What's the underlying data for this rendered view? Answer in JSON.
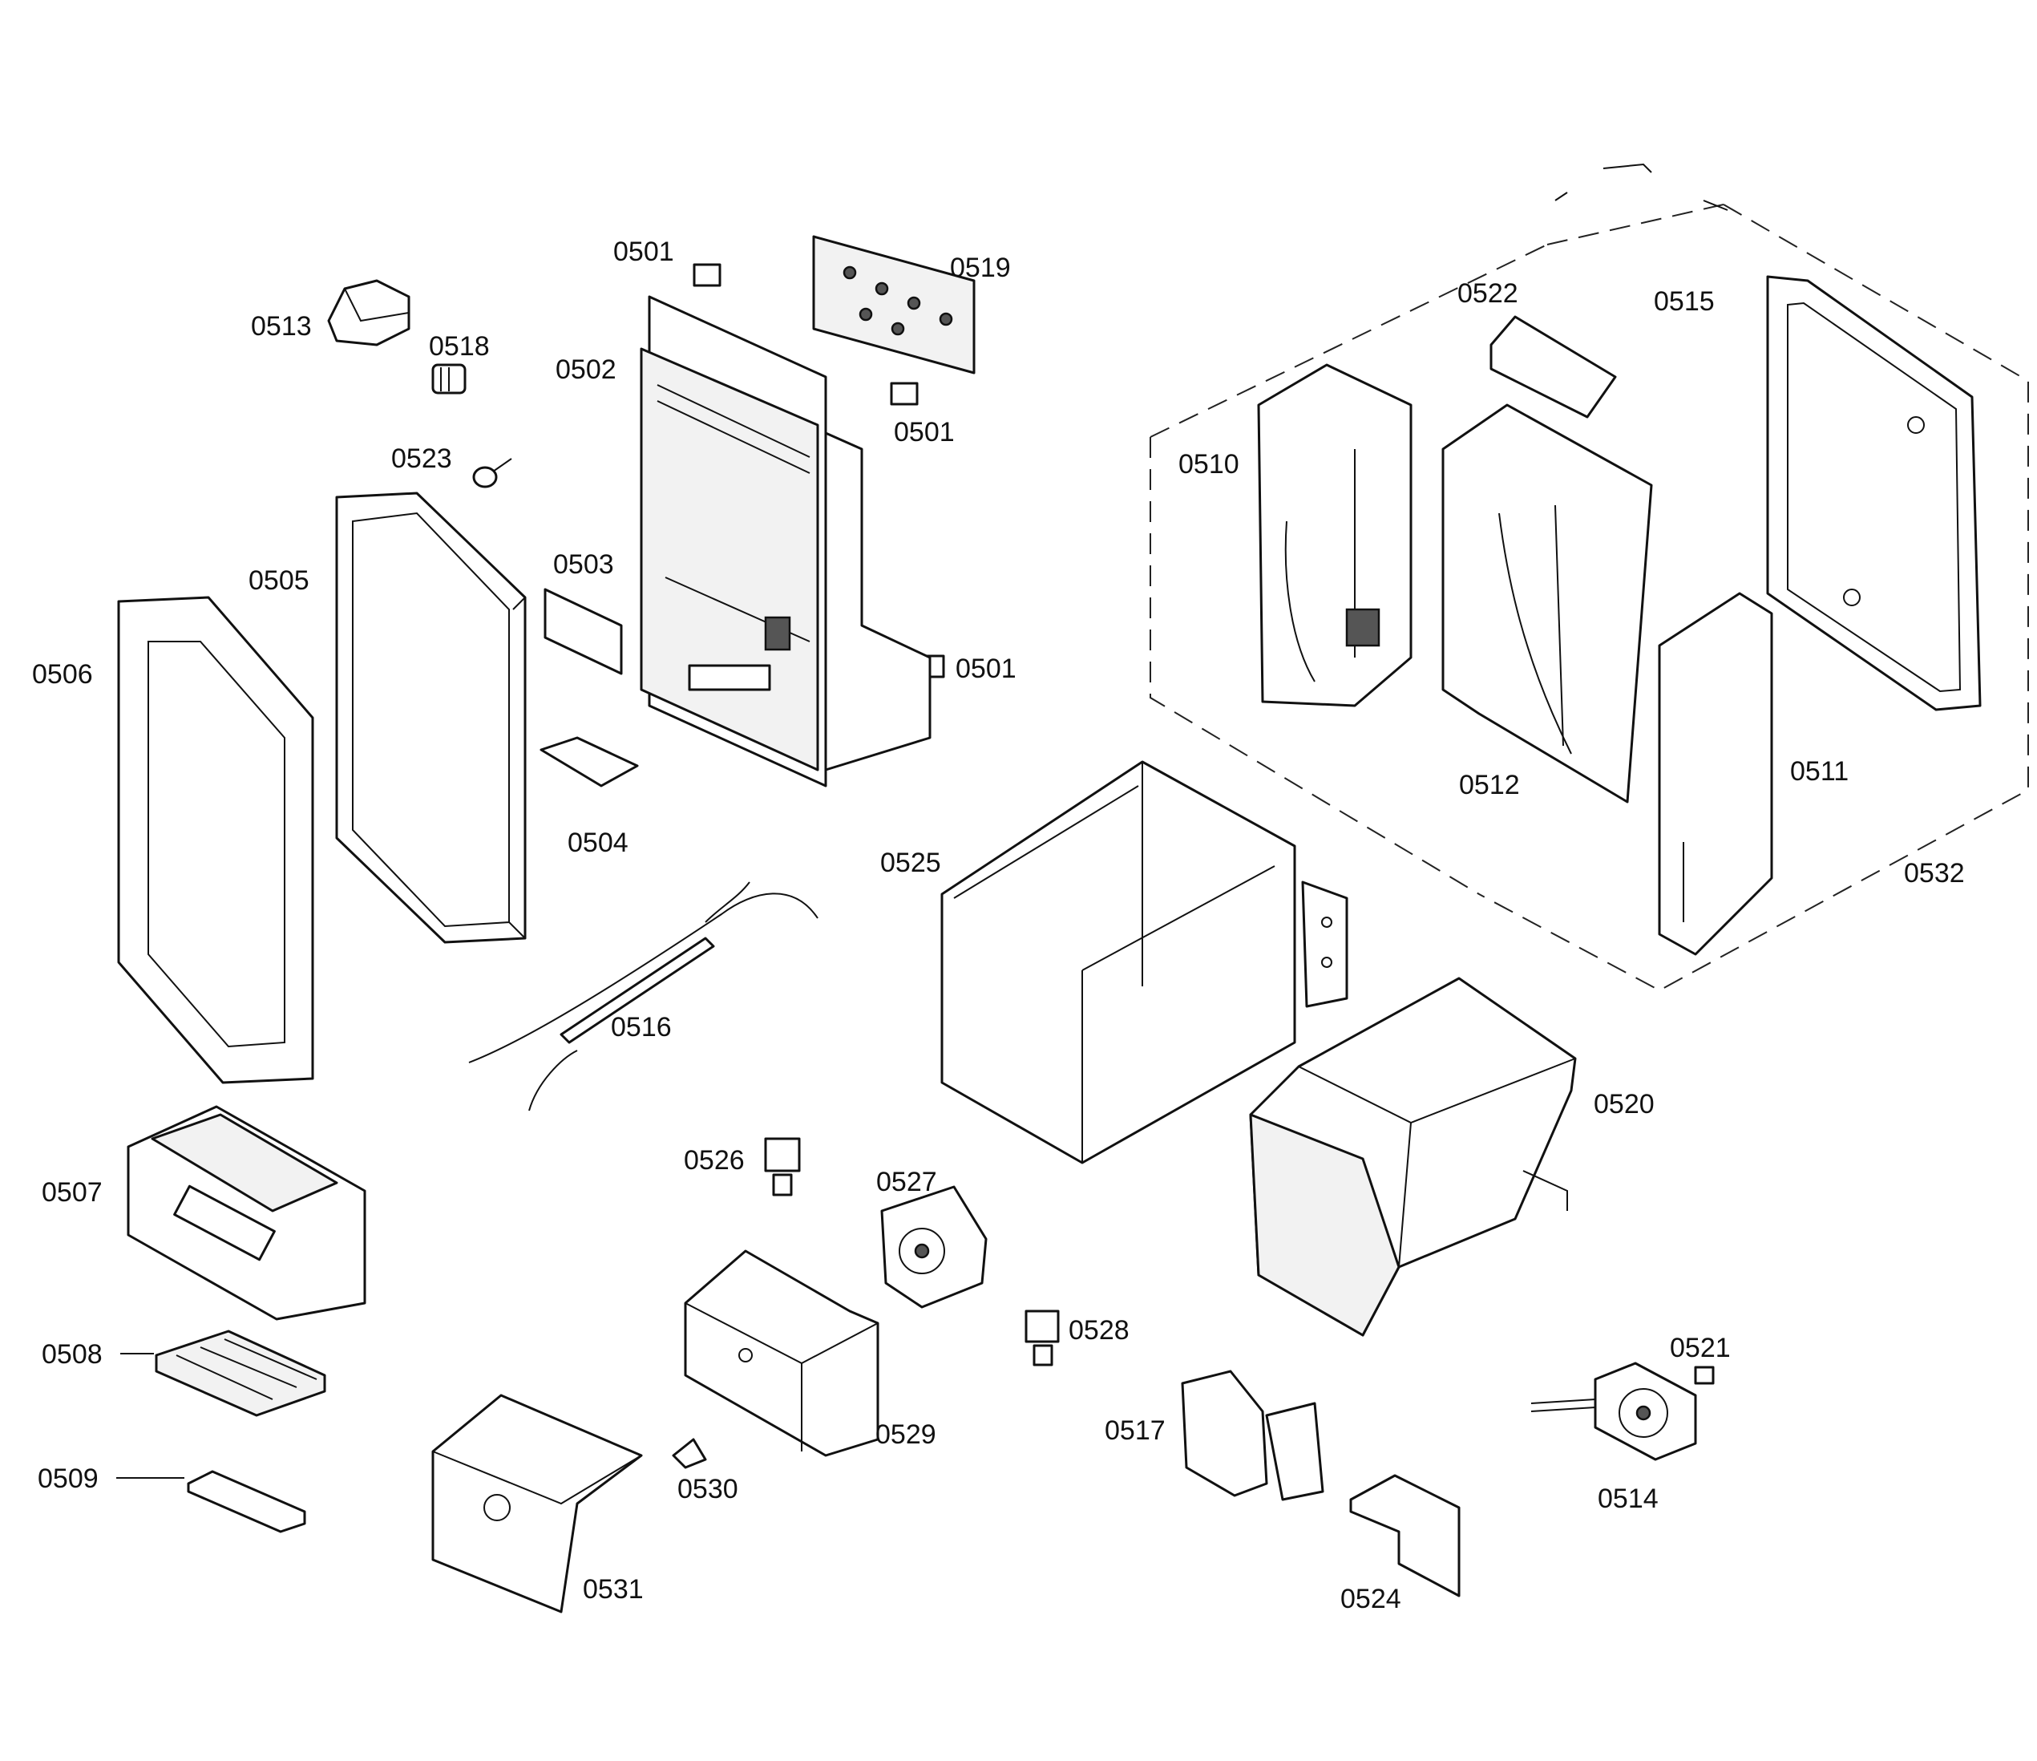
{
  "diagram": {
    "labels": {
      "l0501a": "0501",
      "l0501b": "0501",
      "l0501c": "0501",
      "l0502": "0502",
      "l0503": "0503",
      "l0504": "0504",
      "l0505": "0505",
      "l0506": "0506",
      "l0507": "0507",
      "l0508": "0508",
      "l0509": "0509",
      "l0510": "0510",
      "l0511": "0511",
      "l0512": "0512",
      "l0513": "0513",
      "l0514": "0514",
      "l0515": "0515",
      "l0516": "0516",
      "l0517": "0517",
      "l0518": "0518",
      "l0519": "0519",
      "l0520": "0520",
      "l0521": "0521",
      "l0522": "0522",
      "l0523": "0523",
      "l0524": "0524",
      "l0525": "0525",
      "l0526": "0526",
      "l0527": "0527",
      "l0528": "0528",
      "l0529": "0529",
      "l0530": "0530",
      "l0531": "0531",
      "l0532": "0532"
    }
  }
}
